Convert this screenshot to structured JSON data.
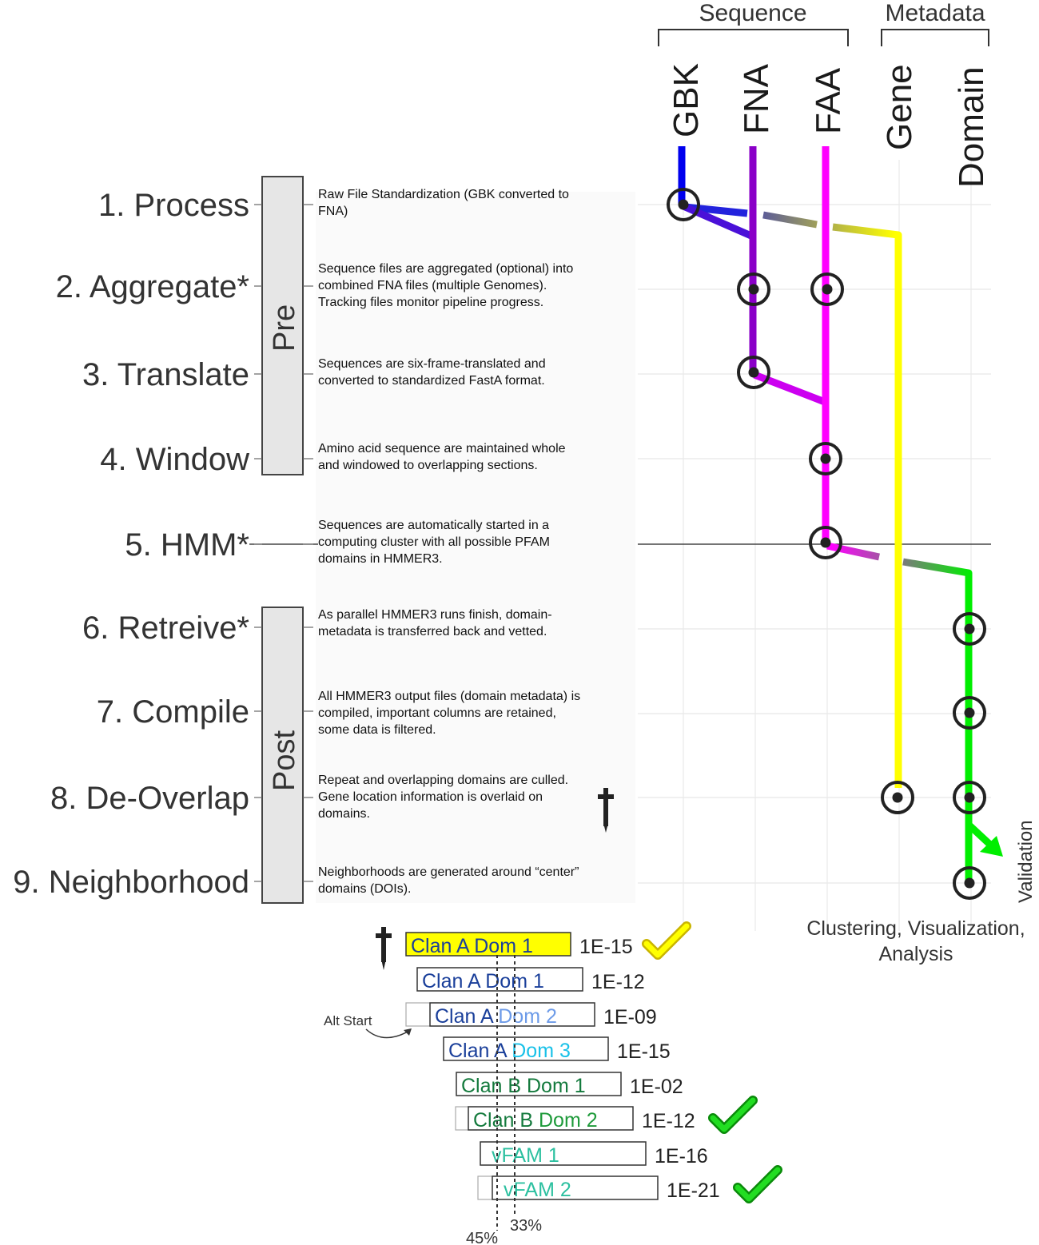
{
  "column_groups": {
    "sequence": "Sequence",
    "metadata": "Metadata"
  },
  "columns": {
    "gbk": "GBK",
    "fna": "FNA",
    "faa": "FAA",
    "gene": "Gene",
    "domain": "Domain"
  },
  "phases": {
    "pre": "Pre",
    "post": "Post"
  },
  "steps": [
    {
      "label": "1. Process",
      "desc": [
        "Raw File Standardization (GBK converted to",
        "FNA)"
      ]
    },
    {
      "label": "2. Aggregate*",
      "desc": [
        "Sequence files are aggregated (optional) into",
        "combined FNA files (multiple Genomes).",
        "Tracking files monitor pipeline progress."
      ]
    },
    {
      "label": "3. Translate",
      "desc": [
        "Sequences are six-frame-translated and",
        "converted to standardized FastA format."
      ]
    },
    {
      "label": "4. Window",
      "desc": [
        "Amino acid sequence are maintained whole",
        "and windowed to overlapping sections."
      ]
    },
    {
      "label": "5. HMM*",
      "desc": [
        "Sequences are automatically started in a",
        "computing cluster with all possible PFAM",
        "domains in HMMER3."
      ]
    },
    {
      "label": "6. Retreive*",
      "desc": [
        "As parallel HMMER3 runs finish, domain-",
        "metadata is transferred back and vetted."
      ]
    },
    {
      "label": "7. Compile",
      "desc": [
        "All HMMER3 output files (domain metadata) is",
        "compiled, important columns are retained,",
        "some data is filtered."
      ]
    },
    {
      "label": "8. De-Overlap",
      "desc": [
        "Repeat and overlapping domains are culled.",
        "Gene location information is overlaid on",
        "domains."
      ]
    },
    {
      "label": "9. Neighborhood",
      "desc": [
        "Neighborhoods are generated around “center”",
        "domains (DOIs)."
      ]
    }
  ],
  "outputs": {
    "validation": "Validation",
    "analysis_line1": "Clustering, Visualization,",
    "analysis_line2": "Analysis"
  },
  "domain_hits": [
    {
      "clan": "Clan A",
      "dom": "Dom 1",
      "evalue": "1E-15",
      "clan_color": "#1a3f9a",
      "dom_color": "#1a3f9a",
      "highlight": "#ffff00",
      "check": "yellow"
    },
    {
      "clan": "Clan A",
      "dom": "Dom 1",
      "evalue": "1E-12",
      "clan_color": "#1a3f9a",
      "dom_color": "#1a3f9a",
      "highlight": "",
      "check": ""
    },
    {
      "clan": "Clan A",
      "dom": "Dom 2",
      "evalue": "1E-09",
      "clan_color": "#1a3f9a",
      "dom_color": "#6d9be8",
      "highlight": "",
      "check": ""
    },
    {
      "clan": "Clan A",
      "dom": "Dom 3",
      "evalue": "1E-15",
      "clan_color": "#1a3f9a",
      "dom_color": "#19c1e8",
      "highlight": "",
      "check": ""
    },
    {
      "clan": "Clan B",
      "dom": "Dom 1",
      "evalue": "1E-02",
      "clan_color": "#147a3d",
      "dom_color": "#147a3d",
      "highlight": "",
      "check": ""
    },
    {
      "clan": "Clan B",
      "dom": "Dom 2",
      "evalue": "1E-12",
      "clan_color": "#147a3d",
      "dom_color": "#1e9a3a",
      "highlight": "",
      "check": "green"
    },
    {
      "clan": "",
      "dom": "vFAM 1",
      "evalue": "1E-16",
      "clan_color": "#2cc0a0",
      "dom_color": "#2cc0a0",
      "highlight": "",
      "check": ""
    },
    {
      "clan": "",
      "dom": "vFAM 2",
      "evalue": "1E-21",
      "clan_color": "#2cc0a0",
      "dom_color": "#2cc0a0",
      "highlight": "",
      "check": "green"
    }
  ],
  "annotations": {
    "alt_start": "Alt Start",
    "pct_45": "45%",
    "pct_33": "33%"
  },
  "colors": {
    "gbk": "#0000ee",
    "fna": "#8a00c8",
    "faa": "#ff00ff",
    "gene": "#ffff00",
    "domain": "#00ee00",
    "phase_box": "#e6e6e6"
  },
  "icons": {
    "dagger": "dagger-icon",
    "check": "check-icon",
    "node": "node-marker-icon"
  }
}
